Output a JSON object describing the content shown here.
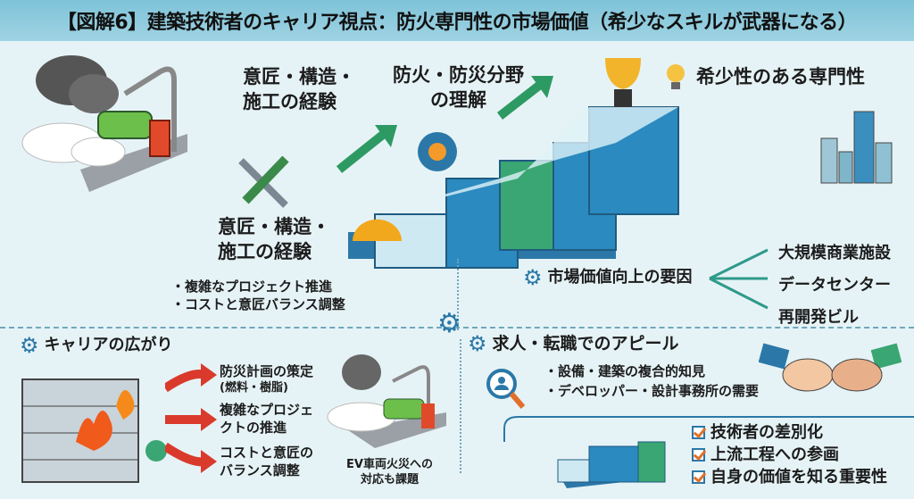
{
  "title": "【図解6】建築技術者のキャリア視点：防火専門性の市場価値（希少なスキルが武器になる）",
  "top": {
    "exp_top": [
      "意匠・構造・",
      "施工の経験"
    ],
    "fire": [
      "防火・防災分野",
      "の理解"
    ],
    "rare": "希少性のある専門性",
    "exp_mid": [
      "意匠・構造・",
      "施工の経験"
    ],
    "bullets": [
      "・複雑なプロジェクト推進",
      "・コストと意匠バランス調整"
    ]
  },
  "market": {
    "label": "市場価値向上の要因",
    "targets": [
      "大規模商業施設",
      "データセンター",
      "再開発ビル"
    ]
  },
  "career": {
    "label": "キャリアの広がり",
    "items": [
      [
        "防災計画の策定",
        "(燃料・樹脂)"
      ],
      [
        "複雑なプロジェ",
        "クトの推進"
      ],
      [
        "コストと意匠の",
        "バランス調整"
      ]
    ],
    "ev_caption": [
      "EV車両火災への",
      "対応も課題"
    ]
  },
  "appeal": {
    "label": "求人・転職でのアピール",
    "bullets": [
      "・設備・建築の複合的知見",
      "・デベロッパー・設計事務所の需要"
    ]
  },
  "checks": [
    "技術者の差別化",
    "上流工程への参画",
    "自身の価値を知る重要性"
  ],
  "colors": {
    "blue": "#2b78a8",
    "green": "#3aa673",
    "red": "#d93a2b",
    "title_bg": "#8ccbdd"
  }
}
